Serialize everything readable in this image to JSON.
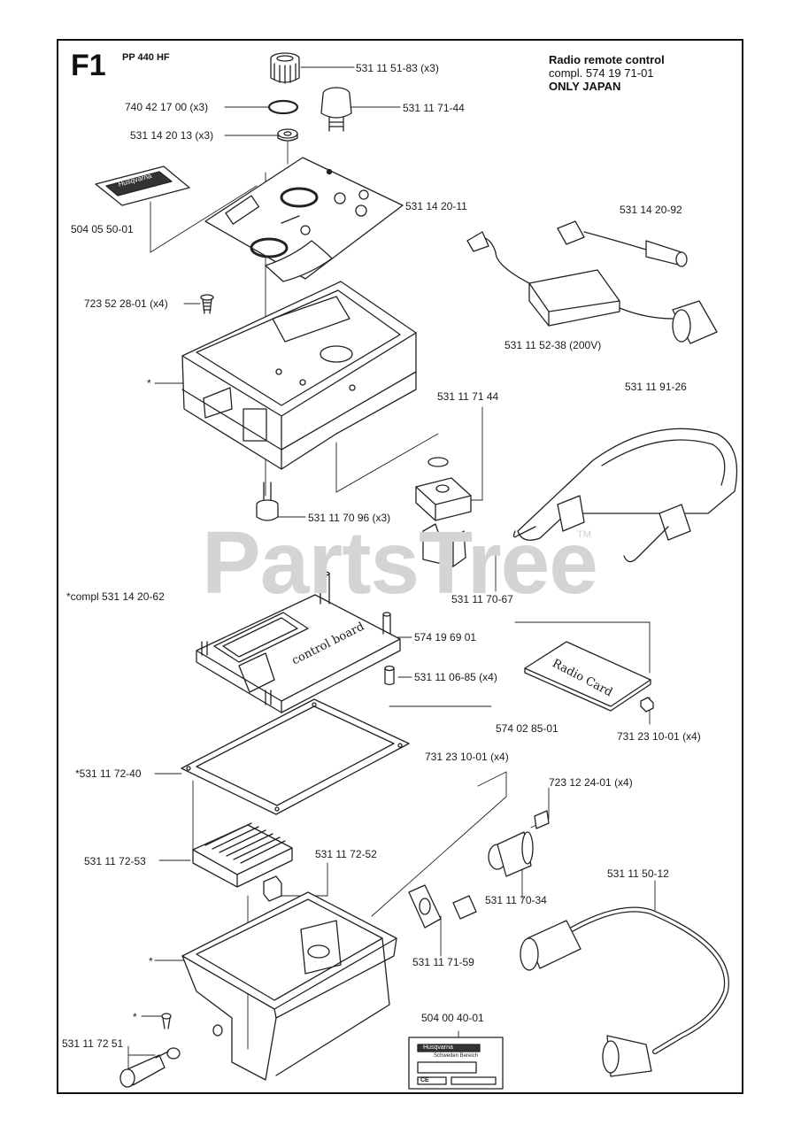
{
  "figure": {
    "code": "F1",
    "model": "PP 440 HF",
    "note_lines": [
      "Radio remote control",
      "compl. 574 19 71-01",
      "ONLY JAPAN"
    ]
  },
  "watermark": {
    "text": "PartsTree",
    "tm": "TM"
  },
  "part_labels": [
    {
      "id": "knob",
      "text": "531 11 51-83 (x3)"
    },
    {
      "id": "oring",
      "text": "740 42 17 00 (x3)"
    },
    {
      "id": "washer-top",
      "text": "531 14 20 13 (x3)"
    },
    {
      "id": "cap",
      "text": "531 11 71-44"
    },
    {
      "id": "decal",
      "text": "504 05 50-01"
    },
    {
      "id": "front-panel",
      "text": "531 14 20-11"
    },
    {
      "id": "cable-plug",
      "text": "531 14 20-92"
    },
    {
      "id": "screw-top",
      "text": "723 52 28-01 (x4)"
    },
    {
      "id": "charger",
      "text": "531 11 52-38 (200V)"
    },
    {
      "id": "star-housing",
      "text": "*"
    },
    {
      "id": "seal-cap",
      "text": "531 11 71 44"
    },
    {
      "id": "strap",
      "text": "531 11 91-26"
    },
    {
      "id": "knob-bottom",
      "text": "531 11 70 96 (x3)"
    },
    {
      "id": "bracket",
      "text": "531 11 70-67"
    },
    {
      "id": "compl",
      "text": "*compl 531 14 20-62"
    },
    {
      "id": "control-board",
      "text": "574 19 69 01"
    },
    {
      "id": "spacer",
      "text": "531 11 06-85 (x4)"
    },
    {
      "id": "radio-card",
      "text": "574 02 85-01"
    },
    {
      "id": "nut-card",
      "text": "731 23 10-01 (x4)"
    },
    {
      "id": "gasket",
      "text": "*531 11 72-40"
    },
    {
      "id": "nut-mid",
      "text": "731 23 10-01 (x4)"
    },
    {
      "id": "screw-mid",
      "text": "723 12 24-01 (x4)"
    },
    {
      "id": "battery",
      "text": "531 11 72-53"
    },
    {
      "id": "bottom-box",
      "text": "531 11 72-52"
    },
    {
      "id": "socket",
      "text": "531 11 70-34"
    },
    {
      "id": "cable",
      "text": "531 11 50-12"
    },
    {
      "id": "star-bottom",
      "text": "*"
    },
    {
      "id": "plate",
      "text": "531 11 71-59"
    },
    {
      "id": "star-screw",
      "text": "*"
    },
    {
      "id": "rating-plate",
      "text": "504 00 40-01"
    },
    {
      "id": "plug-bottom",
      "text": "531 11 72 51"
    }
  ],
  "drawn_text": {
    "control_board": "control board",
    "radio_card": "Radio Card",
    "decal_brand": "Husqvarna",
    "plate_brand": "Husqvarna",
    "plate_sub": "Schweden Bereich",
    "plate_ce": "CE"
  }
}
